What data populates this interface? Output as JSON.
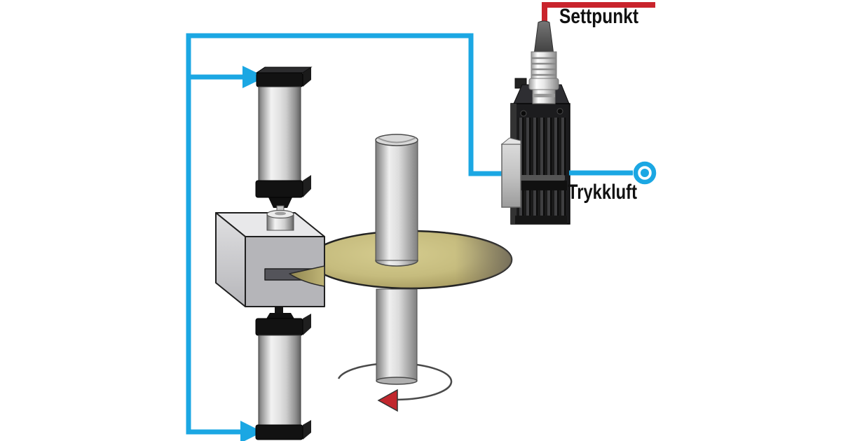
{
  "labels": {
    "setpoint": "Settpunkt",
    "compressed_air": "Trykkluft"
  },
  "colors": {
    "background": "#ffffff",
    "pneumatic_line": "#1ba7e3",
    "setpoint_line": "#c9242c",
    "rotation_arrow": "#c1272d",
    "disc_fill": "#c2b87c",
    "text": "#111111"
  },
  "components": {
    "top_cylinder": "pneumatic-cylinder-top",
    "bottom_cylinder": "pneumatic-cylinder-bottom",
    "caliper_block": "brake-caliper-block",
    "brake_disc": "brake-disc",
    "shaft": "rotating-shaft",
    "rotation_arrow": "rotation-direction-arrow",
    "regulator": "proportional-pressure-regulator",
    "connector": "electrical-connector",
    "air_port": "compressed-air-port"
  }
}
